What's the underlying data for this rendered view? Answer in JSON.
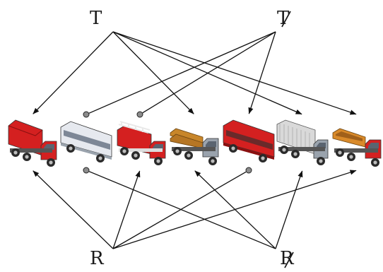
{
  "labels": {
    "top_left": "T",
    "top_right": "T",
    "bottom_left": "R",
    "bottom_right": "R"
  },
  "negated": {
    "top_right": true,
    "bottom_right": true
  },
  "vehicles": [
    {
      "icon": "red-box-truck-icon",
      "color": "#d42020"
    },
    {
      "icon": "white-bus-icon",
      "color": "#e6e9ef"
    },
    {
      "icon": "fire-truck-icon",
      "color": "#d42020"
    },
    {
      "icon": "timber-truck-icon",
      "color": "#c8862a"
    },
    {
      "icon": "red-bus-icon",
      "color": "#d42020"
    },
    {
      "icon": "container-truck-icon",
      "color": "#d9d9d9"
    },
    {
      "icon": "dump-truck-icon",
      "color": "#d98a2a"
    }
  ],
  "connections": {
    "top_left": [
      "arrow",
      "none",
      "none",
      "arrow",
      "none",
      "arrow",
      "arrow"
    ],
    "top_right": [
      "none",
      "dot",
      "dot",
      "none",
      "arrow",
      "none",
      "none"
    ],
    "bottom_left": [
      "arrow",
      "none",
      "arrow",
      "none",
      "dot",
      "none",
      "arrow"
    ],
    "bottom_right": [
      "none",
      "dot",
      "none",
      "arrow",
      "none",
      "arrow",
      "none"
    ]
  },
  "colors": {
    "line": "#111111",
    "dot_fill": "#8c8c8c"
  }
}
